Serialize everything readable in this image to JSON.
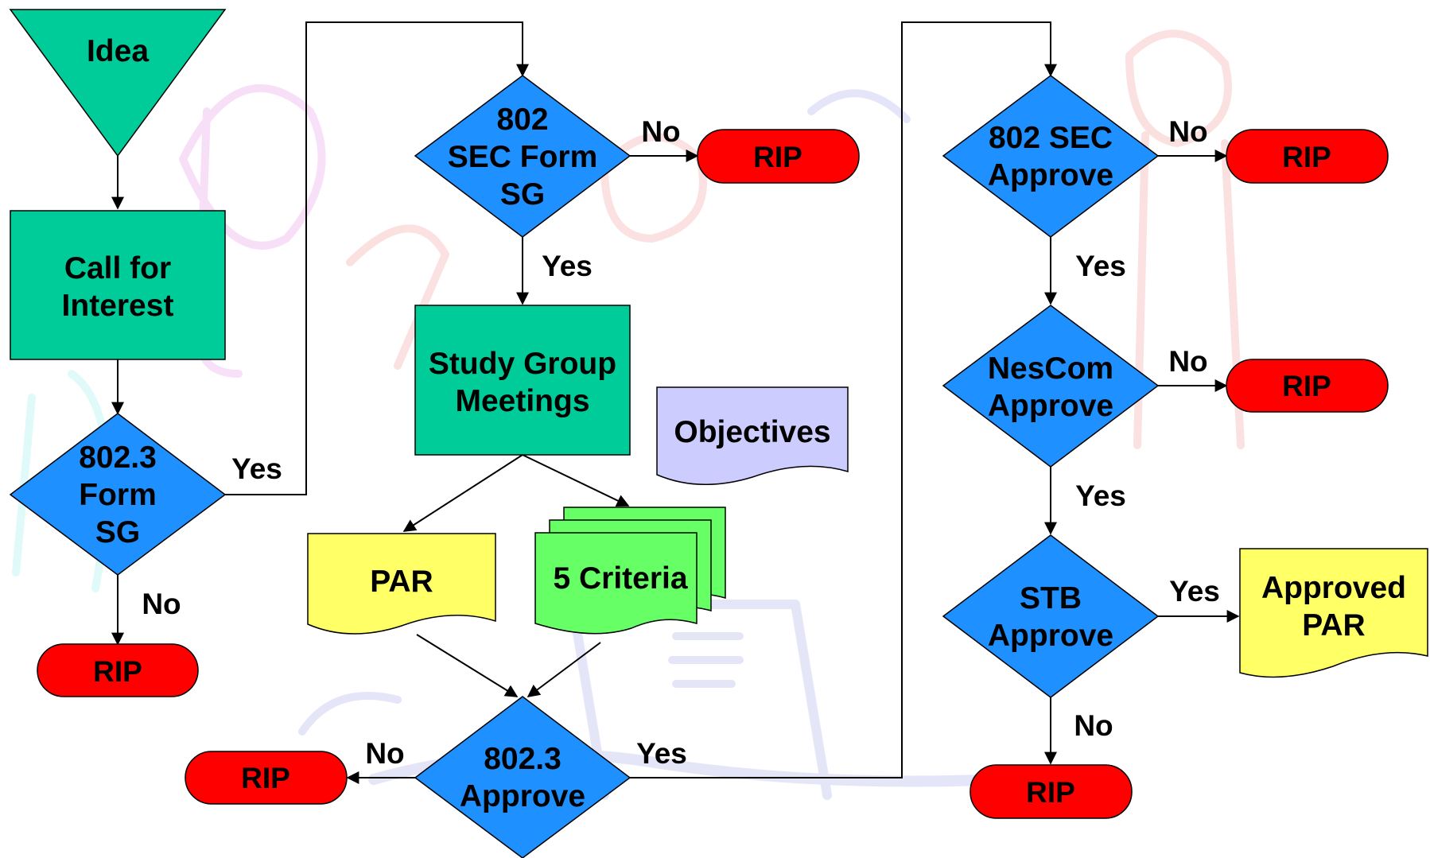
{
  "colors": {
    "process": "#00cc99",
    "decision": "#1e90ff",
    "terminal": "#ff0000",
    "document": "#ffff66",
    "criteria": "#66ff66",
    "objectives": "#ccccff",
    "watermark": "#d8d8f4"
  },
  "nodes": {
    "idea": "Idea",
    "call_for_interest": [
      "Call for",
      "Interest"
    ],
    "form_sg_802_3": [
      "802.3",
      "Form",
      "SG"
    ],
    "sec_form_sg": [
      "802",
      "SEC Form",
      "SG"
    ],
    "study_group_meetings": [
      "Study Group",
      "Meetings"
    ],
    "objectives": "Objectives",
    "par": "PAR",
    "five_criteria": "5 Criteria",
    "approve_802_3": [
      "802.3",
      "Approve"
    ],
    "sec_approve": [
      "802 SEC",
      "Approve"
    ],
    "nescom_approve": [
      "NesCom",
      "Approve"
    ],
    "stb_approve": [
      "STB",
      "Approve"
    ],
    "approved_par": [
      "Approved",
      "PAR"
    ],
    "rip": "RIP"
  },
  "edges": {
    "yes": "Yes",
    "no": "No"
  }
}
